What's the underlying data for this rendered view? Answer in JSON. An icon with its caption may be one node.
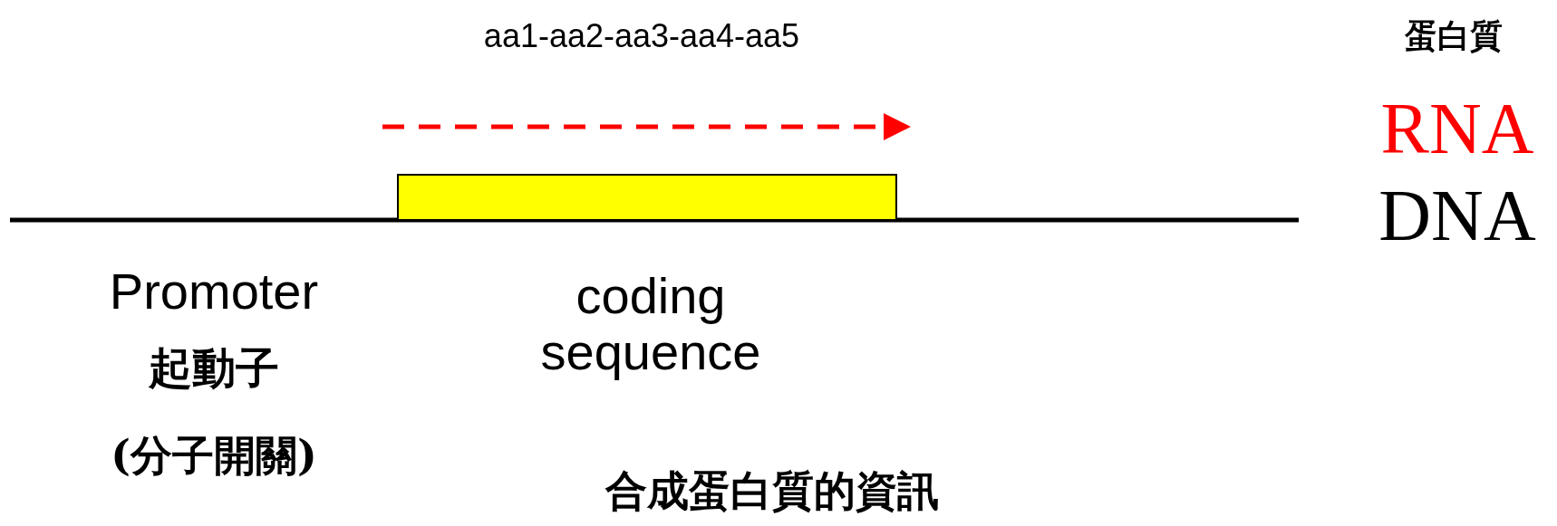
{
  "diagram": {
    "nodes": [
      {
        "text": [],
        "shape": "bar"
      }
    ],
    "labels": [
      "aa1-aa2-aa3-aa4-aa5",
      "蛋白質",
      "RNA",
      "DNA",
      "Promoter",
      "起動子",
      "(分子開關)",
      "coding sequence",
      "合成蛋白質的資訊"
    ]
  }
}
